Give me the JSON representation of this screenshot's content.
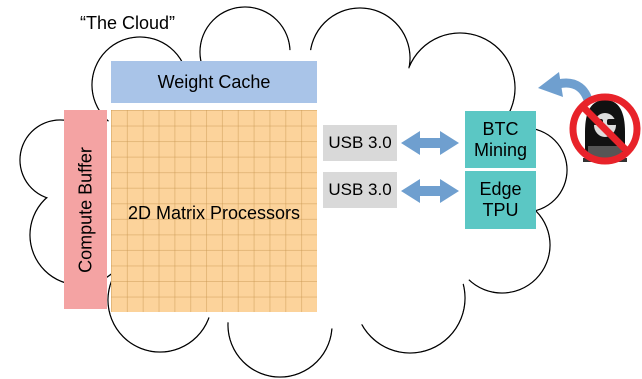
{
  "cloud_label": "“The Cloud”",
  "weight_cache": "Weight Cache",
  "compute_buffer": "Compute Buffer",
  "matrix_processors": "2D Matrix Processors",
  "usb_links": [
    "USB 3.0",
    "USB 3.0"
  ],
  "btc_mining": {
    "line1": "BTC",
    "line2": "Mining"
  },
  "edge_tpu": {
    "line1": "Edge",
    "line2": "TPU"
  },
  "icons": [
    "curved-arrow-icon",
    "no-hacker-icon"
  ],
  "colors": {
    "weight_cache": "#a9c4e8",
    "compute_buffer": "#f4a3a3",
    "matrix": "#fcd39b",
    "usb": "#d9d9d9",
    "teal": "#5bc7c4",
    "arrow": "#6f9fcf",
    "prohibit": "#e8232a"
  }
}
